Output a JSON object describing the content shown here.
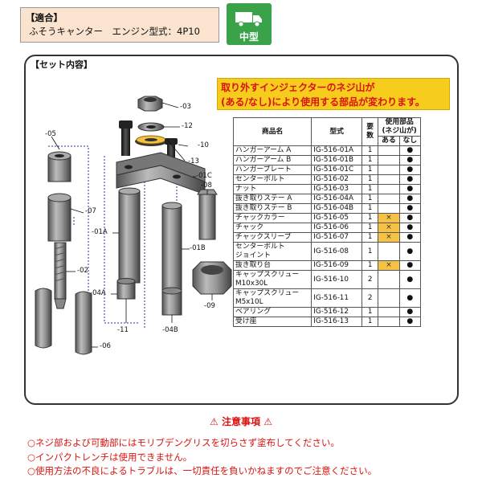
{
  "fit": {
    "heading": "【適合】",
    "line": "ふそうキャンター　エンジン型式：4P10"
  },
  "badge": {
    "label": "中型"
  },
  "set_title": "【セット内容】",
  "warning": {
    "line1": "取り外すインジェクターのネジ山が",
    "line2": "(ある/なし)により使用する部品が変わります。"
  },
  "table": {
    "headers": {
      "name": "商品名",
      "code": "型式",
      "qty": "要数",
      "use": "使用部品",
      "use_sub": "(ネジ山が)",
      "with": "ある",
      "without": "なし"
    },
    "rows": [
      {
        "name": "ハンガーアーム A",
        "code": "IG-516-01A",
        "qty": "1",
        "with": "",
        "without": "●"
      },
      {
        "name": "ハンガーアーム B",
        "code": "IG-516-01B",
        "qty": "1",
        "with": "",
        "without": "●"
      },
      {
        "name": "ハンガープレート",
        "code": "IG-516-01C",
        "qty": "1",
        "with": "",
        "without": "●"
      },
      {
        "name": "センターボルト",
        "code": "IG-516-02",
        "qty": "1",
        "with": "",
        "without": "●"
      },
      {
        "name": "ナット",
        "code": "IG-516-03",
        "qty": "1",
        "with": "",
        "without": "●"
      },
      {
        "name": "抜き取りステー A",
        "code": "IG-516-04A",
        "qty": "1",
        "with": "",
        "without": "●"
      },
      {
        "name": "抜き取りステー B",
        "code": "IG-516-04B",
        "qty": "1",
        "with": "",
        "without": "●"
      },
      {
        "name": "チャックカラー",
        "code": "IG-516-05",
        "qty": "1",
        "with": "×",
        "without": "●"
      },
      {
        "name": "チャック",
        "code": "IG-516-06",
        "qty": "1",
        "with": "×",
        "without": "●"
      },
      {
        "name": "チャックスリーブ",
        "code": "IG-516-07",
        "qty": "1",
        "with": "×",
        "without": "●"
      },
      {
        "name": "センターボルト\nジョイント",
        "code": "IG-516-08",
        "qty": "1",
        "with": "",
        "without": "●",
        "tall": true
      },
      {
        "name": "抜き取り台",
        "code": "IG-516-09",
        "qty": "1",
        "with": "×",
        "without": "●"
      },
      {
        "name": "キャップスクリュー\nM10x30L",
        "code": "IG-516-10",
        "qty": "2",
        "with": "",
        "without": "●",
        "tall": true
      },
      {
        "name": "キャップスクリュー\nM5x10L",
        "code": "IG-516-11",
        "qty": "2",
        "with": "",
        "without": "●",
        "tall": true
      },
      {
        "name": "ベアリング",
        "code": "IG-516-12",
        "qty": "1",
        "with": "",
        "without": "●"
      },
      {
        "name": "受け座",
        "code": "IG-516-13",
        "qty": "1",
        "with": "",
        "without": "●"
      }
    ]
  },
  "callouts": {
    "c03": "-03",
    "c12": "-12",
    "c10": "-10",
    "c13": "-13",
    "c01C": "-01C",
    "c05": "-05",
    "c07": "-07",
    "c01A": "-01A",
    "c08": "-08",
    "c01B": "-01B",
    "c02": "-02",
    "c04A": "-04A",
    "c11": "-11",
    "c09": "-09",
    "c04B": "-04B",
    "c06": "-06"
  },
  "caution": {
    "title": "注意事項",
    "items": [
      "○ネジ部および可動部にはモリブデングリスを切らさず塗布してください。",
      "○インパクトレンチは使用できません。",
      "○使用方法の不良によるトラブルは、一切責任を負いかねますのでご注意ください。"
    ]
  },
  "colors": {
    "red": "#d9130f",
    "yellow": "#f6cd1c",
    "green": "#3aa34a",
    "orange_cell": "#f5c243"
  }
}
